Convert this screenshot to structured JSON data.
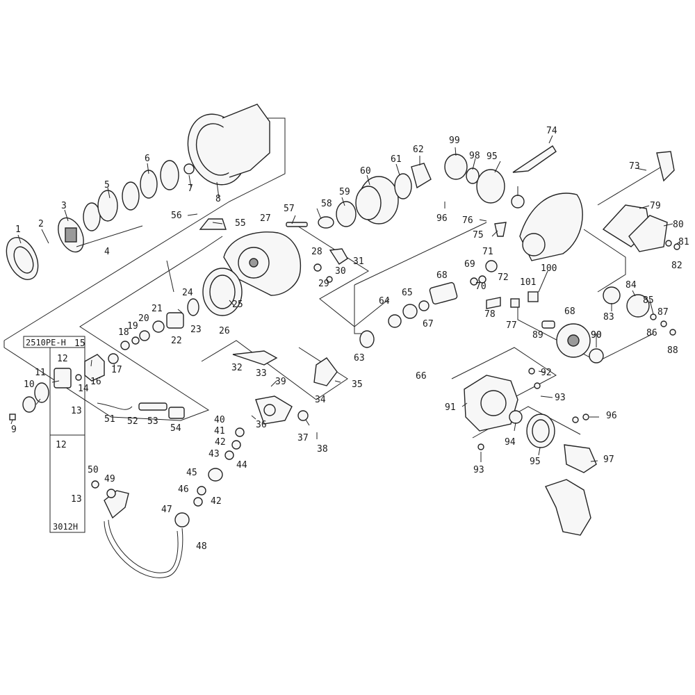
{
  "variant_labels": {
    "top": "2510PE-H",
    "bottom": "3012H"
  },
  "part_numbers": [
    "1",
    "2",
    "3",
    "4",
    "5",
    "6",
    "7",
    "8",
    "9",
    "10",
    "11",
    "12",
    "13",
    "14",
    "15",
    "16",
    "17",
    "18",
    "19",
    "20",
    "21",
    "22",
    "23",
    "24",
    "25",
    "26",
    "27",
    "28",
    "29",
    "30",
    "31",
    "32",
    "33",
    "34",
    "35",
    "36",
    "37",
    "38",
    "39",
    "40",
    "41",
    "42",
    "43",
    "44",
    "45",
    "46",
    "42",
    "47",
    "48",
    "49",
    "50",
    "51",
    "52",
    "53",
    "54",
    "55",
    "56",
    "57",
    "58",
    "59",
    "60",
    "61",
    "62",
    "63",
    "64",
    "65",
    "66",
    "67",
    "68",
    "69",
    "70",
    "71",
    "72",
    "73",
    "74",
    "75",
    "76",
    "77",
    "78",
    "79",
    "80",
    "81",
    "82",
    "83",
    "84",
    "85",
    "86",
    "87",
    "88",
    "89",
    "90",
    "68",
    "90",
    "91",
    "92",
    "93",
    "93",
    "94",
    "95",
    "95",
    "96",
    "96",
    "97",
    "98",
    "99",
    "100",
    "101",
    "12",
    "13"
  ]
}
